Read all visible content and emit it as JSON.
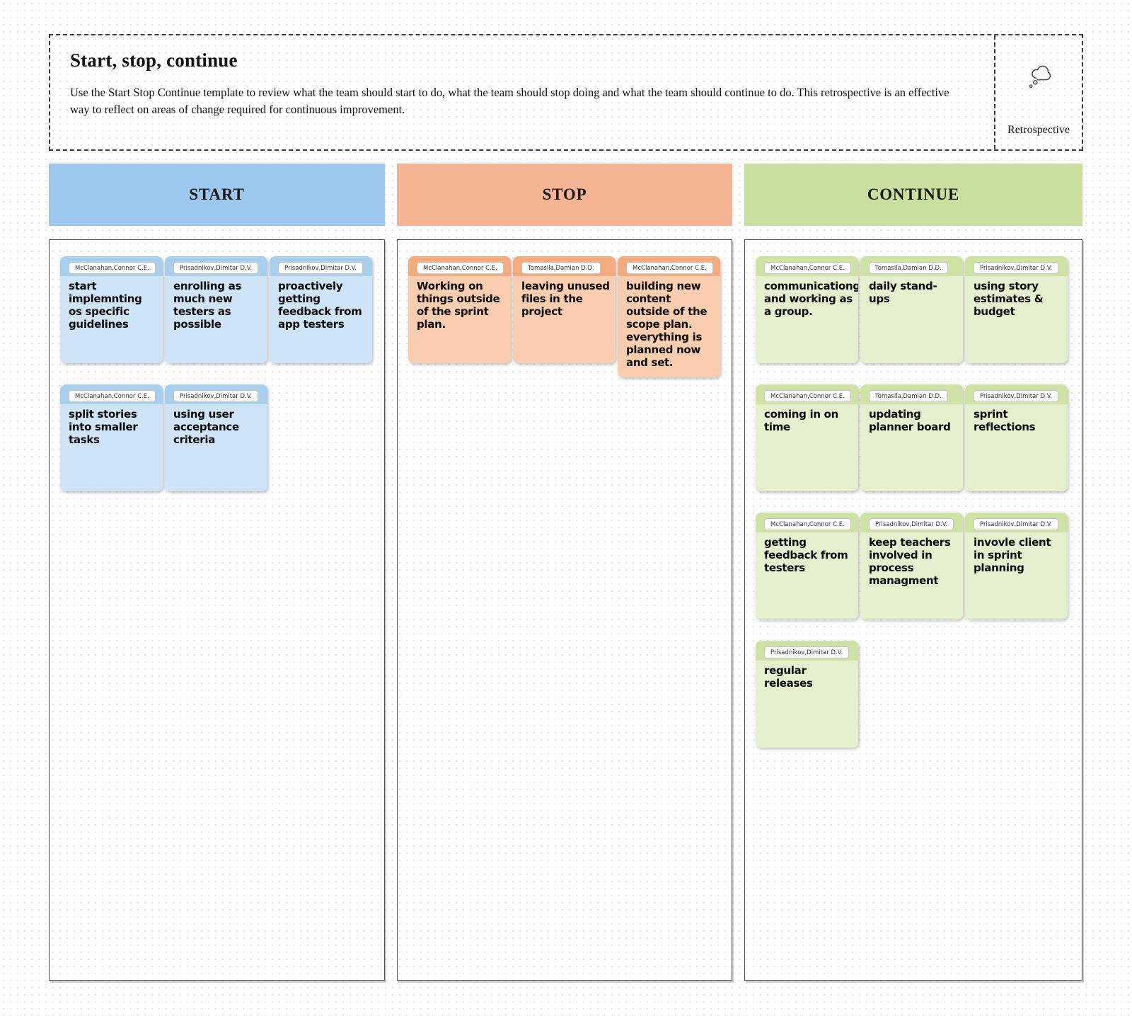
{
  "header": {
    "title": "Start, stop, continue",
    "description": "Use the Start Stop Continue template to review what the team should start to do, what the team should stop doing and what the team should continue to do. This retrospective is an effective way to reflect on areas of change required for continuous improvement.",
    "badge_label": "Retrospective",
    "badge_icon": "thought-cloud-icon"
  },
  "colors": {
    "start_header": "#9cc8ee",
    "start_card_top": "#a9cfee",
    "start_card_body": "#cfe4f7",
    "stop_header": "#f5b493",
    "stop_card_top": "#f4ab80",
    "stop_card_body": "#f9cdad",
    "continue_header": "#c9df9f",
    "continue_card_top": "#cde2a3",
    "continue_card_body": "#e3efcd"
  },
  "columns": [
    {
      "id": "start",
      "title": "START",
      "cards": [
        {
          "author": "McClanahan,Connor C.E.",
          "text": "start implemnting os specific guidelines"
        },
        {
          "author": "Prisadnikov,Dimitar D.V.",
          "text": "enrolling as much new testers as possible"
        },
        {
          "author": "Prisadnikov,Dimitar D.V.",
          "text": "proactively getting feedback from app testers"
        },
        {
          "author": "McClanahan,Connor C.E.",
          "text": "split stories into smaller tasks"
        },
        {
          "author": "Prisadnikov,Dimitar D.V.",
          "text": "using user acceptance criteria"
        }
      ]
    },
    {
      "id": "stop",
      "title": "STOP",
      "cards": [
        {
          "author": "McClanahan,Connor C.E.",
          "text": "Working on things outside of the sprint plan."
        },
        {
          "author": "Tomasila,Damian D.D.",
          "text": "leaving unused files in the project"
        },
        {
          "author": "McClanahan,Connor C.E.",
          "text": "building new content outside of the scope plan. everything is planned now and set."
        }
      ]
    },
    {
      "id": "continue",
      "title": "CONTINUE",
      "cards": [
        {
          "author": "McClanahan,Connor C.E.",
          "text": "communicationg and working as a group."
        },
        {
          "author": "Tomasila,Damian D.D.",
          "text": "daily stand-ups"
        },
        {
          "author": "Prisadnikov,Dimitar D.V.",
          "text": "using story estimates & budget"
        },
        {
          "author": "McClanahan,Connor C.E.",
          "text": "coming in on time"
        },
        {
          "author": "Tomasila,Damian D.D.",
          "text": "updating planner board"
        },
        {
          "author": "Prisadnikov,Dimitar D.V.",
          "text": "sprint reflections"
        },
        {
          "author": "McClanahan,Connor C.E.",
          "text": "getting feedback from testers"
        },
        {
          "author": "Prisadnikov,Dimitar D.V.",
          "text": "keep teachers involved in process managment"
        },
        {
          "author": "Prisadnikov,Dimitar D.V.",
          "text": "invovle client in sprint planning"
        },
        {
          "author": "Prisadnikov,Dimitar D.V.",
          "text": "regular releases"
        }
      ]
    }
  ]
}
